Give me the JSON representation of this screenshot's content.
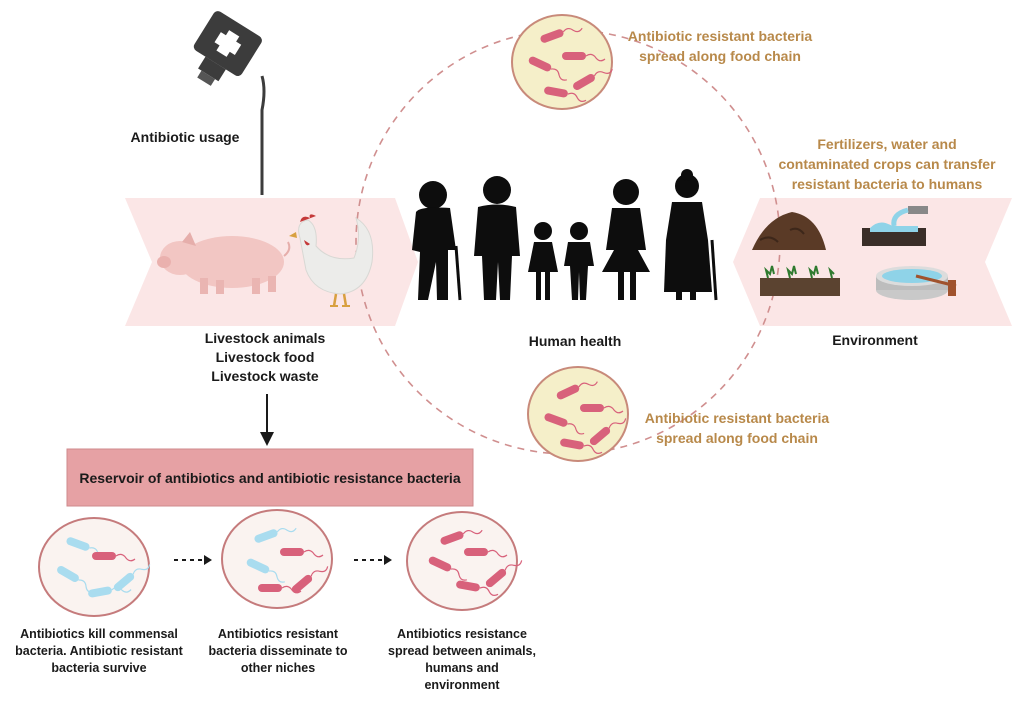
{
  "labels": {
    "antibiotic_usage": "Antibiotic usage",
    "livestock": [
      "Livestock animals",
      "Livestock food",
      "Livestock waste"
    ],
    "human_health": "Human health",
    "environment": "Environment",
    "spread_top": [
      "Antibiotic resistant bacteria",
      "spread along food chain"
    ],
    "spread_bottom": [
      "Antibiotic resistant bacteria",
      "spread along food chain"
    ],
    "fertilizers": [
      "Fertilizers, water and",
      "contaminated crops can transfer",
      "resistant bacteria to humans"
    ],
    "reservoir": "Reservoir of antibiotics and antibiotic resistance bacteria",
    "steps": [
      [
        "Antibiotics kill commensal",
        "bacteria. Antibiotic resistant",
        "bacteria survive"
      ],
      [
        "Antibiotics resistant",
        "bacteria disseminate to",
        "other niches"
      ],
      [
        "Antibiotics resistance",
        "spread between animals,",
        "humans and",
        "environment"
      ]
    ]
  },
  "colors": {
    "gold_text": "#b8894a",
    "reservoir_fill": "#e6a1a4",
    "band_fill": "#fbe6e6",
    "circle_border": "#c7777a",
    "dish_fill": "#f5efc9",
    "resistant_bacteria": "#d8617b",
    "commensal_bacteria": "#a9dcef"
  },
  "icons": [
    "bottle-icon",
    "pig-icon",
    "chicken-icon",
    "family-icon",
    "manure-icon",
    "water-pipe-icon",
    "crops-icon",
    "treatment-plant-icon"
  ]
}
